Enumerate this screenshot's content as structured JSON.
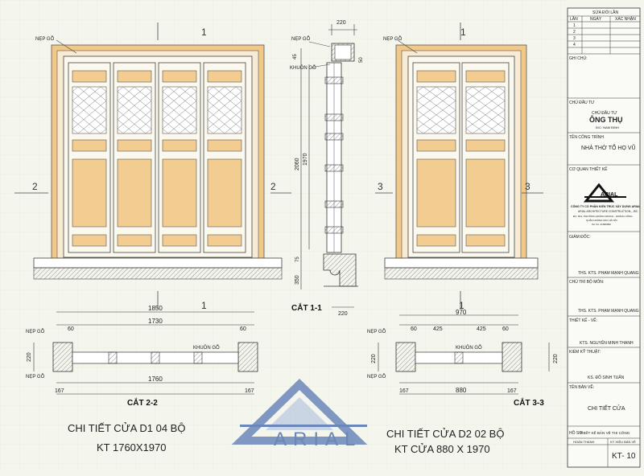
{
  "title_block": {
    "revision_header": "SỬA ĐỔI LẦN",
    "col_lan": "LẦN",
    "col_ngay": "NGÀY",
    "col_xacnhan": "XÁC NHẬN",
    "rows": [
      "1",
      "2",
      "3",
      "4"
    ],
    "ghi_chu": "GHI CHÚ:",
    "chu_dau_tu_label": "CHỦ ĐẦU TƯ",
    "chu_dau_tu_heading": "CHỦ ĐẦU TƯ",
    "owner_name": "ÔNG THỤ",
    "owner_location": "Đ/C: NAM ĐỊNH",
    "ten_cong_trinh_label": "TÊN CÔNG TRÌNH",
    "project_name": "NHÀ THỜ TỔ HỌ VŨ",
    "co_quan_label": "CƠ QUAN THIẾT KẾ",
    "company_name": "CÔNG TY CỔ PHẦN KIẾN TRÚC XÂY DỰNG ARIAL",
    "company_en": "ARIAL ARCHITECTURE CONSTRUCTION., JSC",
    "company_address": "ĐC: 8A1, PHƯỜNG HOÀNG RANCH - HOÀNG CÔNG",
    "company_address2": "QUẬN HOÀNG MAI, HÀ NỘI",
    "company_tel": "Tel: 04. 21999990",
    "giam_doc_label": "GIÁM ĐỐC:",
    "giam_doc_name": "THS. KTS. PHẠM MẠNH QUANG",
    "chu_tri_label": "CHỦ TRÌ BỘ MÔN:",
    "chu_tri_name": "THS. KTS. PHẠM MẠNH QUANG",
    "thiet_ke_label": "THIẾT KẾ - VẼ:",
    "thiet_ke_name": "KTS. NGUYỄN MINH THANH",
    "kiem_ky_label": "KIỂM KỸ THUẬT:",
    "kiem_ky_name": "KS. ĐỖ SINH TUẤN",
    "ten_ban_ve_label": "TÊN BẢN VẼ:",
    "drawing_title": "CHI TIẾT CỬA",
    "ho_so_label": "HỒ SƠ :",
    "ho_so_value": "THIẾT KẾ BẢN VẼ THI CÔNG",
    "hoan_thanh_label": "HOÀN THÀNH",
    "ky_hieu_label": "KÝ HIỆU BẢN VẼ",
    "sheet_number": "KT- 10"
  },
  "drawing": {
    "door1_title": "CHI TIẾT CỬA D1 04 BỘ",
    "door1_size": "KT 1760X1970",
    "door2_title": "CHI TIẾT CỬA D2 02 BỘ",
    "door2_size": "KT CỬA 880 X 1970",
    "section_11": "CẮT 1-1",
    "section_22": "CẮT 2-2",
    "section_33": "CẮT 3-3",
    "label_nep_go": "NẸP GỖ",
    "label_khuon_go": "KHUÔN GỖ",
    "mark_1": "1",
    "mark_2": "2",
    "mark_3": "3",
    "dims": {
      "d1850": "1850",
      "d1730": "1730",
      "d60": "60",
      "d1760": "1760",
      "d167": "167",
      "d220": "220",
      "d970": "970",
      "d425": "425",
      "d880": "880",
      "d2060": "2060",
      "d1970": "1970",
      "d45": "45",
      "d350": "350",
      "d75": "75",
      "d50": "50"
    },
    "logo_text": "ARIAL",
    "logo_small": "ARIAL"
  },
  "colors": {
    "frame": "#f2c888",
    "panel": "#f3cc92",
    "line": "#3a3a3a",
    "logo": "#6b86b8"
  }
}
